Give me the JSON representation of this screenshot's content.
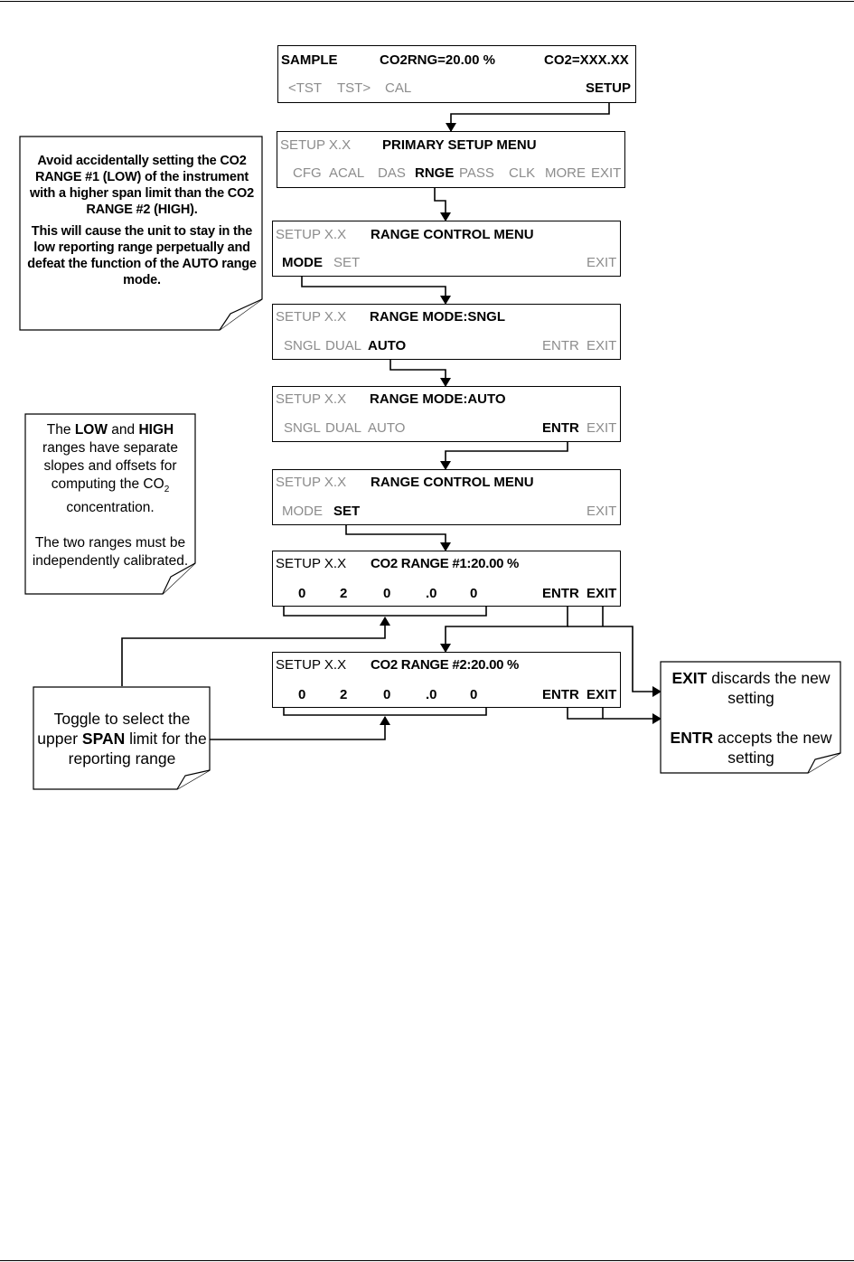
{
  "panels": {
    "p1": {
      "l1": "SAMPLE",
      "m1": "CO2RNG=20.00 %",
      "r1": "CO2=XXX.XX",
      "b1": "<TST",
      "b2": "TST>",
      "b3": "CAL",
      "b4": "SETUP"
    },
    "p2": {
      "l1": "SETUP X.X",
      "m1": "PRIMARY SETUP MENU",
      "btns": [
        "CFG",
        "ACAL",
        "DAS",
        "RNGE",
        "PASS",
        "CLK",
        "MORE",
        "EXIT"
      ]
    },
    "p3": {
      "l1": "SETUP X.X",
      "m1": "RANGE CONTROL MENU",
      "b1": "MODE",
      "b2": "SET",
      "b3": "EXIT"
    },
    "p4": {
      "l1": "SETUP X.X",
      "m1": "RANGE MODE:SNGL",
      "b1": "SNGL",
      "b2": "DUAL",
      "b3": "AUTO",
      "b4": "ENTR",
      "b5": "EXIT"
    },
    "p5": {
      "l1": "SETUP X.X",
      "m1": "RANGE MODE:AUTO",
      "b1": "SNGL",
      "b2": "DUAL",
      "b3": "AUTO",
      "b4": "ENTR",
      "b5": "EXIT"
    },
    "p6": {
      "l1": "SETUP X.X",
      "m1": "RANGE CONTROL MENU",
      "b1": "MODE",
      "b2": "SET",
      "b3": "EXIT"
    },
    "p7": {
      "l1": "SETUP X.X",
      "m1": "CO2 RANGE #1:20.00 %",
      "d": [
        "0",
        "2",
        "0",
        ".0",
        "0"
      ],
      "b1": "ENTR",
      "b2": "EXIT"
    },
    "p8": {
      "l1": "SETUP X.X",
      "m1": "CO2 RANGE #2:20.00 %",
      "d": [
        "0",
        "2",
        "0",
        ".0",
        "0"
      ],
      "b1": "ENTR",
      "b2": "EXIT"
    }
  },
  "notes": {
    "n1": {
      "para1": "Avoid accidentally setting the CO2 RANGE #1 (LOW) of the instrument with a higher span limit than the CO2 RANGE #2 (HIGH).",
      "para2": "This will cause the unit to stay in the low reporting range perpetually and defeat the function of the AUTO range mode."
    },
    "n2": {
      "a": "The ",
      "b": "LOW",
      "c": " and ",
      "d": "HIGH",
      "e": " ranges have separate slopes and offsets for computing the CO",
      "sub": "2",
      "f": " concentration.",
      "para2": "The two ranges must be independently calibrated."
    },
    "n3": {
      "a": "Toggle to select the upper ",
      "b": "SPAN",
      "c": " limit for the reporting range"
    },
    "n4": {
      "a": "EXIT",
      "b": " discards the new setting",
      "c": "ENTR",
      "d": " accepts the new setting"
    }
  }
}
